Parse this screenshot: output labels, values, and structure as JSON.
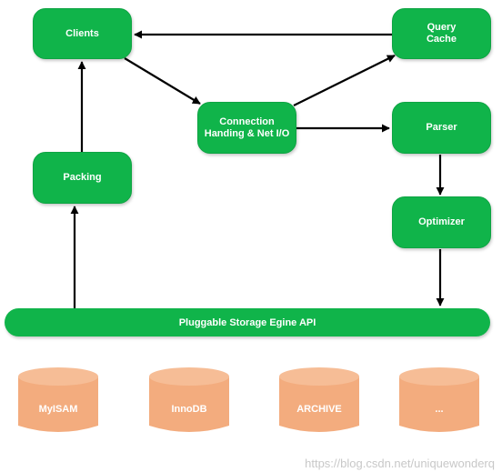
{
  "diagram": {
    "nodes": {
      "clients": "Clients",
      "query_cache": "Query\nCache",
      "connection": "Connection\nHanding & Net I/O",
      "parser": "Parser",
      "packing": "Packing",
      "optimizer": "Optimizer",
      "storage_api": "Pluggable Storage Egine API"
    },
    "engines": [
      "MyISAM",
      "InnoDB",
      "ARCHIVE",
      "..."
    ],
    "colors": {
      "node_fill": "#10b44a",
      "engine_fill": "#f3ac7e",
      "engine_top": "#f6bd96",
      "arrow": "#000000"
    }
  },
  "watermark": "https://blog.csdn.net/uniquewonderq"
}
